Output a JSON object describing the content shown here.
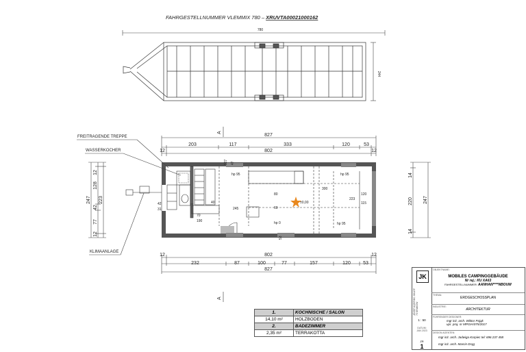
{
  "drawing": {
    "chassis_title_prefix": "FAHRGESTELLNUMMER VLEMMIX 780 – ",
    "chassis_title_vin": "XRUVTA00021000162",
    "chassis_length": "780",
    "chassis_width": "244",
    "section_marker": "A",
    "labels": {
      "stair": "FREITRAGENDE TREPPE",
      "kettle": "WASSERKOCHER",
      "aircon": "KLIMAANLAGE"
    },
    "top_dims": {
      "total": "827",
      "segments": [
        "203",
        "117",
        "333",
        "120",
        "53"
      ],
      "inner": "802",
      "edge": "12"
    },
    "bottom_dims": {
      "total": "827",
      "segments": [
        "232",
        "87",
        "100",
        "77",
        "157",
        "120",
        "53"
      ],
      "inner": "802",
      "edge": "12"
    },
    "left_dims": {
      "segments": [
        "12",
        "128",
        "42",
        "77",
        "12"
      ],
      "mid": "223",
      "total": "247"
    },
    "right_dims": {
      "segments": [
        "14",
        "220",
        "14"
      ],
      "total": "247"
    },
    "plan_labels": {
      "hp1": "hp 95",
      "hp2": "hp 95",
      "hp3": "hp 95",
      "hp4": "hp 0",
      "elev": "±0,00",
      "w300": "300",
      "w223": "223",
      "w120": "120",
      "w115": "115",
      "w245": "245",
      "w80": "80",
      "w60": "60",
      "w70": "70",
      "w190": "190",
      "w42": "42",
      "w31": "31",
      "w40": "40",
      "w127": "127",
      "w47": "47",
      "w53": "53"
    }
  },
  "legend": {
    "rows": [
      {
        "num": "1.",
        "name": "KOCHNISCHE / SALON",
        "header": true
      },
      {
        "num": "14,10 m²",
        "name": "HOLZBODEN",
        "header": false
      },
      {
        "num": "2.",
        "name": "BADEZIMMER",
        "header": true
      },
      {
        "num": "2,35 m²",
        "name": "TERRAKOTTA",
        "header": false
      }
    ]
  },
  "title_block": {
    "logo": "JK",
    "vertical_text": "JÓZEF KORPIEC SKLEP 75 KRAKÓW",
    "scale_label": "1 : 50",
    "date_label": "DATUM:",
    "date_value": "JAN 2023",
    "sheet_label": "ZR",
    "sheet_number": "1",
    "project_caption": "OBJEKTNAME:",
    "project_title": "MOBILES CAMPINGGEBÄUDE",
    "project_reg": "Nr rej.: KU XA63",
    "project_owner_prefix": "FAHRGESTELLNUMMER:",
    "project_owner": "AANHAN****NBOUW",
    "theme_caption": "THEMA:",
    "theme_value": "ERDGESCHOSSPLAN",
    "industry_caption": "INDUSTRIE:",
    "industry_value": "ARCHITEKTUR",
    "designer_caption": "FÜHRENDER DESIGNER:",
    "designer_line1": "mgr inż. arch. Wiktor Pająk",
    "designer_line2": "upr. proj. nr MPOIA/075/2017",
    "team_caption": "DESIGN AGENTEN:",
    "team_line1": "mgr inż. arch. Jadwiga Korpiec tel: 696 237 458",
    "team_line2": "mgr inż. arch. Marcin Drąg"
  }
}
